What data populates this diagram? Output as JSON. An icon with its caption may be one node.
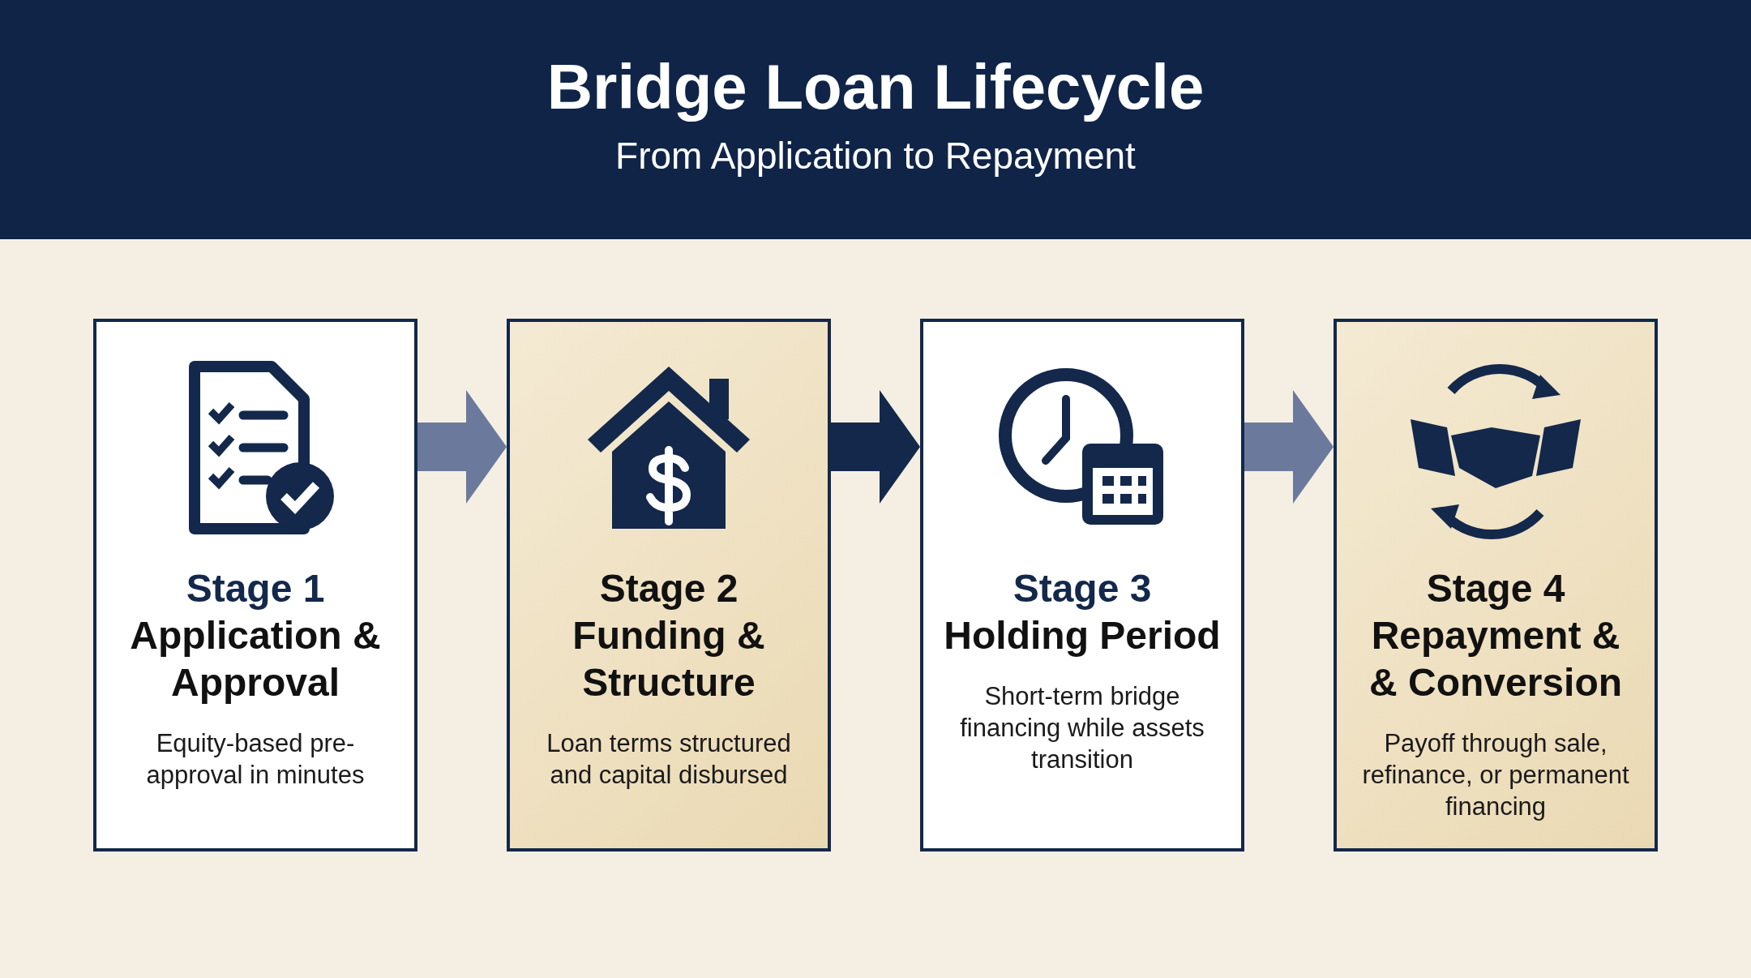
{
  "diagram": {
    "title": "Bridge Loan Lifecycle",
    "nodes": [
      {
        "text": [
          "Stage 1",
          "Application & Approval",
          "Equity-based pre-approval in minutes"
        ]
      },
      {
        "text": [
          "Stage 2",
          "Funding & Structure",
          "Loan terms structured and capital disbursed"
        ]
      },
      {
        "text": [
          "Stage 3",
          "Holding Period",
          "Short-term bridge financing while assets transition"
        ]
      },
      {
        "text": [
          "Stage 4",
          "Repayment & & Conversion",
          "Payoff through sale, refinance, or permanent financing"
        ]
      }
    ],
    "edges": [
      {
        "from": 0,
        "to": 1,
        "arrow": "to"
      },
      {
        "from": 1,
        "to": 2,
        "arrow": "to",
        "color": "#13284b"
      },
      {
        "from": 2,
        "to": 3,
        "arrow": "to"
      }
    ],
    "labels": [
      "From Application to Repayment"
    ]
  }
}
